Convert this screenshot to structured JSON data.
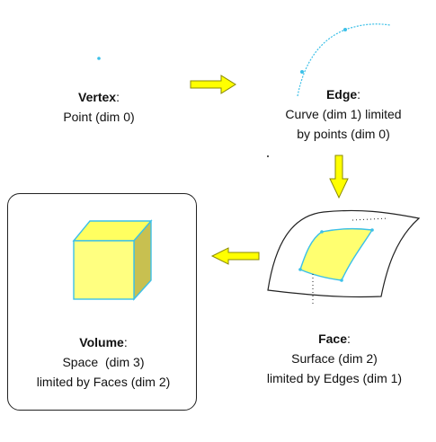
{
  "vertex": {
    "name": "Vertex",
    "colon": ":",
    "line1": "Point (dim 0)"
  },
  "edge": {
    "name": "Edge",
    "colon": ":",
    "line1": "Curve (dim 1) limited",
    "line2": "by points (dim 0)"
  },
  "face": {
    "name": "Face",
    "colon": ":",
    "line1": "Surface (dim 2)",
    "line2": "limited by Edges (dim 1)"
  },
  "volume": {
    "name": "Volume",
    "colon": ":",
    "line1": "Space  (dim 3)",
    "line2": "limited by Faces (dim 2)"
  },
  "colors": {
    "topology_cyan": "#3cc0e8",
    "arrow_yellow": "#ffff00",
    "arrow_outline": "#8a8a00",
    "cube_front": "#ffff80",
    "cube_top": "#ffff60",
    "cube_side": "#c8c050",
    "face_fill": "#ffff70"
  }
}
